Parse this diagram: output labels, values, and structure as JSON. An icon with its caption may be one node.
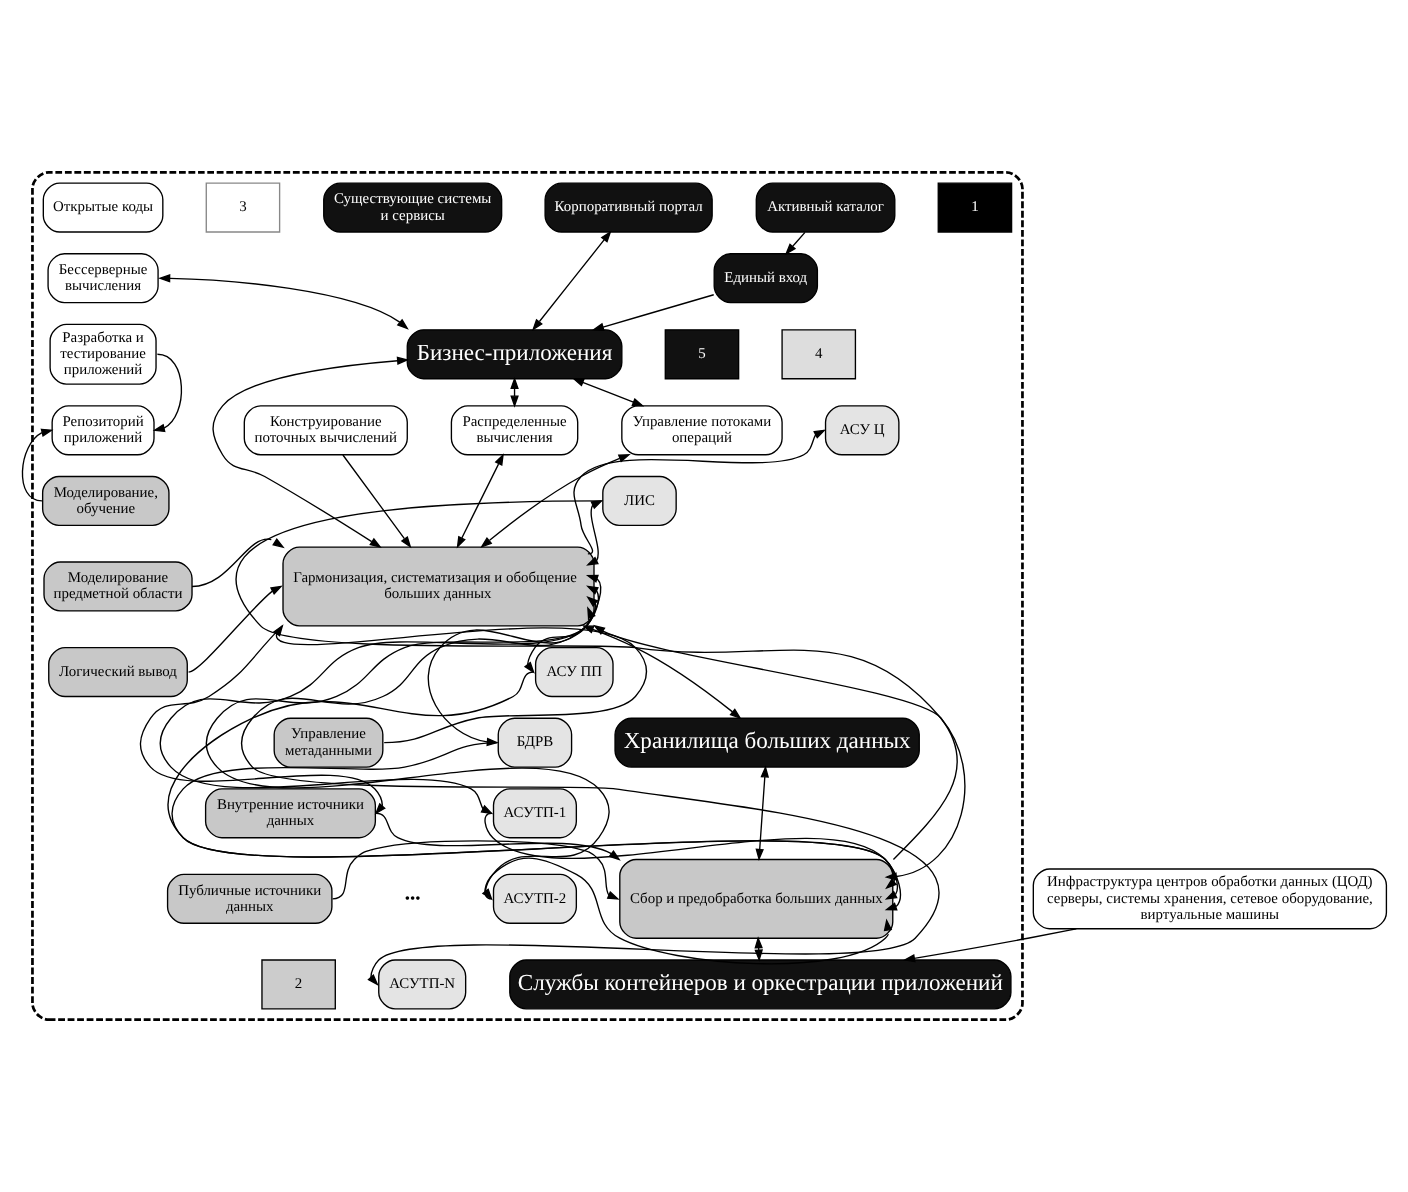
{
  "diagram": {
    "nodes": [
      {
        "text": [],
        "shape": "box"
      },
      {
        "text": [
          "Открытые коды"
        ],
        "in": 0
      },
      {
        "text": [
          "Бессерверные вычисления"
        ],
        "in": 0
      },
      {
        "text": [
          "Разработка и тестирование приложений"
        ],
        "in": 0
      },
      {
        "text": [
          "Репозиторий приложений"
        ],
        "in": 0
      },
      {
        "text": [
          "Моделирование, обучение"
        ],
        "in": 0
      },
      {
        "text": [
          "Моделирование предметной области"
        ],
        "in": 0
      },
      {
        "text": [
          "Логический вывод"
        ],
        "in": 0
      },
      {
        "text": [
          "Управление метаданными"
        ],
        "in": 0
      },
      {
        "text": [
          "Внутренние источники данных"
        ],
        "in": 0
      },
      {
        "text": [
          "Публичные источники данных"
        ],
        "in": 0
      },
      {
        "text": [
          "Существующие системы и сервисы"
        ],
        "in": 0
      },
      {
        "text": [
          "Корпоративный портал"
        ],
        "in": 0
      },
      {
        "text": [
          "Активный каталог"
        ],
        "in": 0
      },
      {
        "text": [
          "Единый вход"
        ],
        "in": 0
      },
      {
        "text": [
          "Бизнес-приложения"
        ],
        "in": 0
      },
      {
        "text": [
          "Конструирование поточных вычислений"
        ],
        "in": 0
      },
      {
        "text": [
          "Распределенные вычисления"
        ],
        "in": 0
      },
      {
        "text": [
          "Управление потоками операций"
        ],
        "in": 0
      },
      {
        "text": [
          "Гармонизация, систематизация и обобщение больших данных"
        ],
        "in": 0
      },
      {
        "text": [
          "Хранилища больших данных"
        ],
        "in": 0
      },
      {
        "text": [
          "Сбор и предобработка больших данных"
        ],
        "in": 0
      },
      {
        "text": [
          "Службы контейнеров и оркестрации приложений"
        ],
        "in": 0
      },
      {
        "text": [
          "АСУ Ц"
        ],
        "in": 0
      },
      {
        "text": [
          "ЛИС"
        ],
        "in": 0
      },
      {
        "text": [
          "АСУ ПП"
        ],
        "in": 0
      },
      {
        "text": [
          "БДРВ"
        ],
        "in": 0
      },
      {
        "text": [
          "АСУТП-1"
        ],
        "in": 0
      },
      {
        "text": [
          "АСУТП-2"
        ],
        "in": 0
      },
      {
        "text": [
          "АСУТП-N"
        ],
        "in": 0
      },
      {
        "text": [
          "Инфраструктура центров обработки данных (ЦОД)",
          "серверы, системы хранения, сетевое оборудование, виртуальные машины"
        ]
      }
    ],
    "edges": [
      {
        "from": 2,
        "to": 15,
        "arrow": "both"
      },
      {
        "from": 12,
        "to": 15,
        "arrow": "both"
      },
      {
        "from": 13,
        "to": 14,
        "arrow": "to"
      },
      {
        "from": 14,
        "to": 15,
        "arrow": "to"
      },
      {
        "from": 3,
        "to": 4,
        "arrow": "to"
      },
      {
        "from": 5,
        "to": 4,
        "arrow": "to"
      },
      {
        "from": 15,
        "to": 19,
        "arrow": "both"
      },
      {
        "from": 15,
        "to": 17,
        "arrow": "both"
      },
      {
        "from": 17,
        "to": 19,
        "arrow": "both"
      },
      {
        "from": 15,
        "to": 18,
        "arrow": "both"
      },
      {
        "from": 18,
        "to": 19,
        "arrow": "both"
      },
      {
        "from": 16,
        "to": 19,
        "arrow": "to"
      },
      {
        "from": 6,
        "to": 19,
        "arrow": "to"
      },
      {
        "from": 7,
        "to": 19,
        "arrow": "to"
      },
      {
        "from": 8,
        "to": 19,
        "arrow": "to"
      },
      {
        "from": 19,
        "to": 9,
        "arrow": "to"
      },
      {
        "from": 9,
        "to": 21,
        "arrow": "to"
      },
      {
        "from": 10,
        "to": 21,
        "arrow": "to"
      },
      {
        "from": 19,
        "to": 20,
        "arrow": "both"
      },
      {
        "from": 20,
        "to": 21,
        "arrow": "both"
      },
      {
        "from": 21,
        "to": 19,
        "arrow": "to"
      },
      {
        "from": 21,
        "to": 22,
        "arrow": "both"
      },
      {
        "from": 30,
        "to": 22,
        "arrow": "to"
      },
      {
        "from": 19,
        "to": 23,
        "arrow": "to"
      },
      {
        "from": 19,
        "to": 24,
        "arrow": "both"
      },
      {
        "from": 19,
        "to": 25,
        "arrow": "both"
      },
      {
        "from": 19,
        "to": 26,
        "arrow": "both"
      },
      {
        "from": 19,
        "to": 27,
        "arrow": "both"
      },
      {
        "from": 19,
        "to": 28,
        "arrow": "both"
      },
      {
        "from": 19,
        "to": 29,
        "arrow": "to"
      },
      {
        "from": 24,
        "to": 21,
        "arrow": "to"
      },
      {
        "from": 25,
        "to": 21,
        "arrow": "to"
      },
      {
        "from": 26,
        "to": 21,
        "arrow": "to"
      },
      {
        "from": 27,
        "to": 21,
        "arrow": "to"
      },
      {
        "from": 28,
        "to": 21,
        "arrow": "to"
      }
    ],
    "labels": [
      "3",
      "1",
      "5",
      "4",
      "•••",
      "2"
    ]
  }
}
